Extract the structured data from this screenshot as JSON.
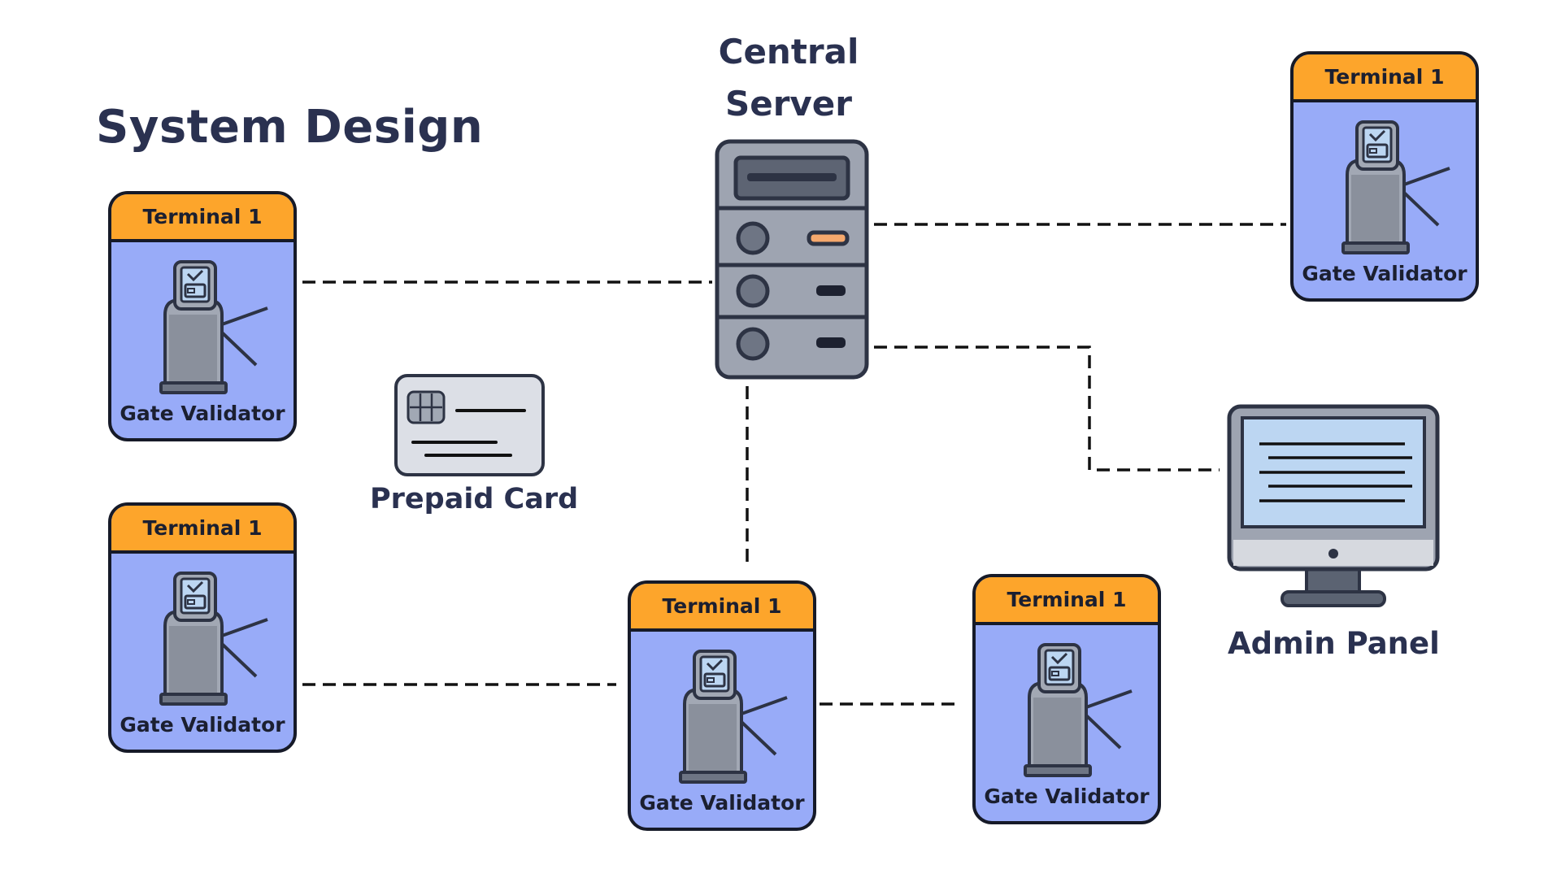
{
  "title": "System Design",
  "server": {
    "label_line1": "Central",
    "label_line2": "Server",
    "icon": "server-rack-icon"
  },
  "prepaid_card": {
    "label": "Prepaid Card",
    "icon": "credit-card-icon"
  },
  "admin_panel": {
    "label": "Admin Panel",
    "icon": "monitor-icon"
  },
  "terminals": [
    {
      "title": "Terminal 1",
      "caption": "Gate Validator",
      "icon": "turnstile-gate-icon"
    },
    {
      "title": "Terminal 1",
      "caption": "Gate Validator",
      "icon": "turnstile-gate-icon"
    },
    {
      "title": "Terminal 1",
      "caption": "Gate Validator",
      "icon": "turnstile-gate-icon"
    },
    {
      "title": "Terminal 1",
      "caption": "Gate Validator",
      "icon": "turnstile-gate-icon"
    },
    {
      "title": "Terminal 1",
      "caption": "Gate Validator",
      "icon": "turnstile-gate-icon"
    }
  ],
  "colors": {
    "text": "#2a3150",
    "terminal_header": "#fda52b",
    "terminal_body": "#98abf8",
    "outline": "#161a28",
    "server_body": "#9ea4b1",
    "screen": "#bcd6f2",
    "connector": "#111111"
  }
}
